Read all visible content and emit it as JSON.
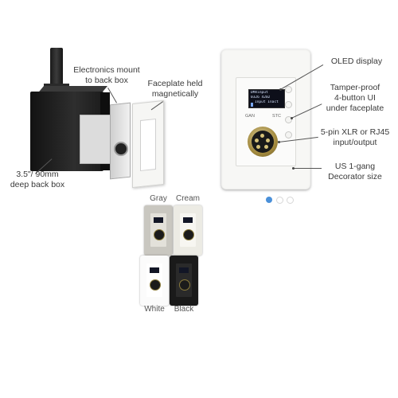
{
  "callouts": {
    "electronics_mount": "Electronics mount\nto back box",
    "faceplate_held": "Faceplate held\nmagnetically",
    "back_box_depth": "3.5\"/ 90mm\ndeep back box",
    "oled_display": "OLED display",
    "tamper_proof": "Tamper-proof\n4-button UI\nunder faceplate",
    "xlr_rj45": "5-pin XLR or RJ45\ninput/output",
    "us_gang": "US 1-gang\nDecorator size"
  },
  "device": {
    "oled_lines": [
      "DMXinput",
      "0326 4202",
      "Input   Inact"
    ],
    "gain_label": "GAN",
    "stc_label": "STC"
  },
  "carousel": {
    "dot_count": 3,
    "active_index": 0,
    "active_color": "#4a90d9",
    "inactive_color": "#d6d6d6"
  },
  "variants": [
    {
      "label": "Gray",
      "plate": "#c9c7c0",
      "inner": "#e3e1da"
    },
    {
      "label": "Cream",
      "plate": "#ecebe4",
      "inner": "#f7f6f1"
    },
    {
      "label": "White",
      "plate": "#fbfbfb",
      "inner": "#ffffff"
    },
    {
      "label": "Black",
      "plate": "#1a1a1a",
      "inner": "#2a2a2a"
    }
  ]
}
